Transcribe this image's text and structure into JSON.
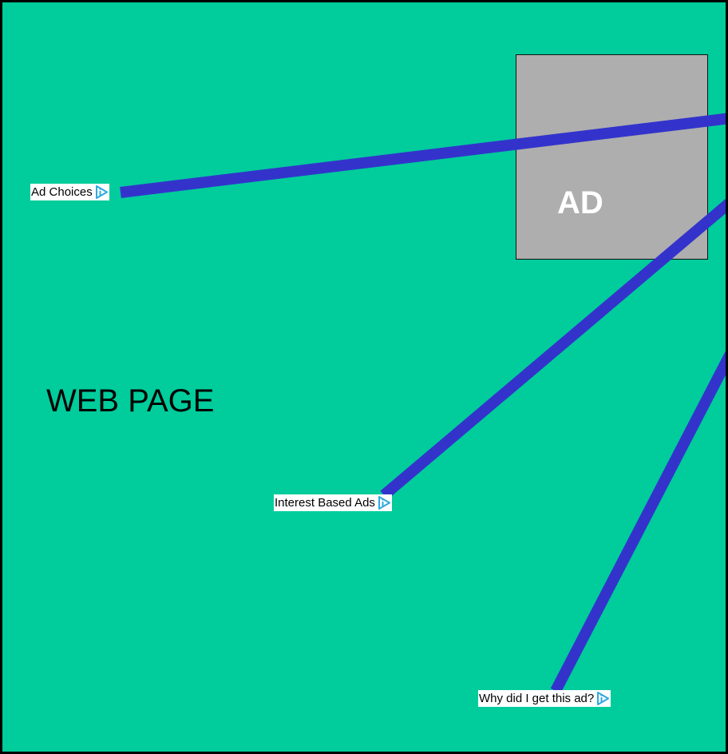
{
  "colors": {
    "page_background": "#00CC9C",
    "ad_background": "#AEAEAE",
    "connector_line": "#3333CC",
    "adchoices_icon": "#2FA9DF",
    "border": "#000000"
  },
  "diagram": {
    "web_page_label": "WEB PAGE",
    "ad_label": "AD",
    "links": [
      {
        "label": "Ad Choices",
        "icon": "adchoices-triangle-icon"
      },
      {
        "label": "Interest Based Ads",
        "icon": "adchoices-triangle-icon"
      },
      {
        "label": "Why did I get this ad?",
        "icon": "adchoices-triangle-icon"
      }
    ]
  }
}
